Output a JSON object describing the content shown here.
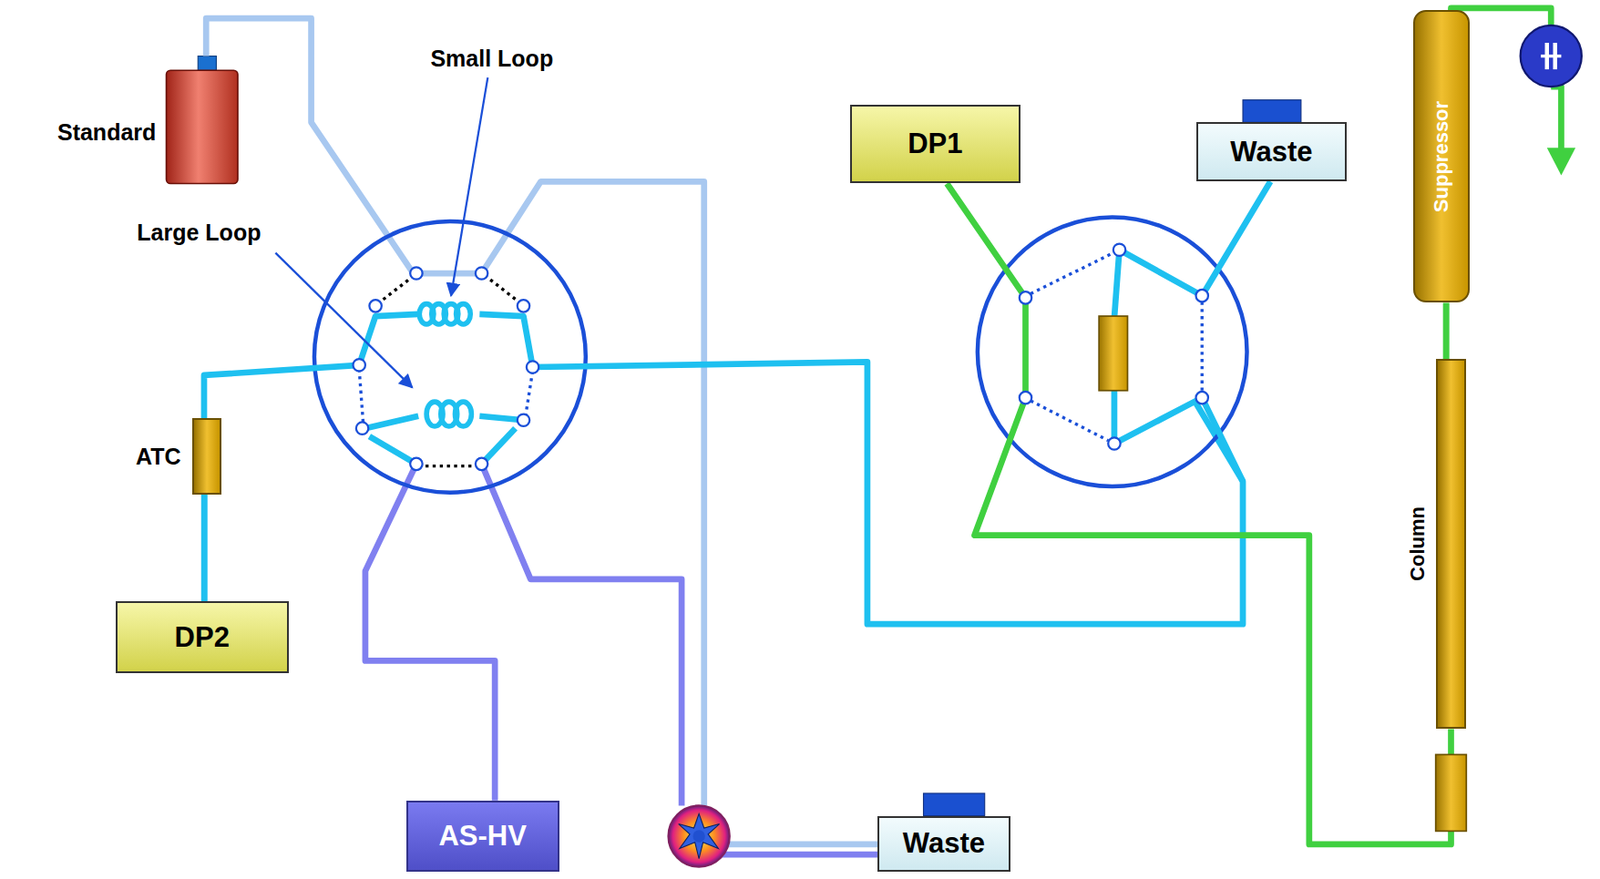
{
  "diagram": {
    "nodes": [
      {
        "text": [
          "Standard"
        ]
      },
      {
        "text": [
          "DP1"
        ]
      },
      {
        "text": [
          "Waste"
        ]
      },
      {
        "text": [
          "Suppressor"
        ]
      },
      {
        "text": [
          "Column"
        ]
      },
      {
        "text": [
          "ATC"
        ]
      },
      {
        "text": [
          "DP2"
        ]
      },
      {
        "text": [
          "AS-HV"
        ]
      },
      {
        "text": [
          "Waste"
        ]
      }
    ],
    "edges": [
      {
        "from": 6,
        "to": 5,
        "arrow": "none"
      },
      {
        "from": 4,
        "to": 3,
        "arrow": "none"
      }
    ],
    "labels": [
      "Small Loop",
      "Large Loop"
    ]
  }
}
